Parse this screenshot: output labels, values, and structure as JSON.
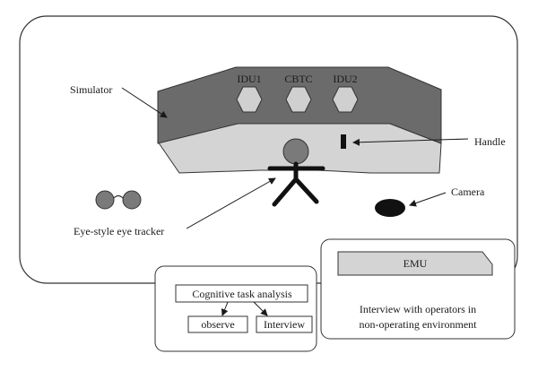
{
  "labels": {
    "simulator": "Simulator",
    "handle": "Handle",
    "camera": "Camera",
    "eye_tracker": "Eye-style eye tracker"
  },
  "screens": [
    "IDU1",
    "CBTC",
    "IDU2"
  ],
  "emu": {
    "label": "EMU",
    "caption_line1": "Interview with operators in",
    "caption_line2": "non-operating environment"
  },
  "analysis": {
    "title": "Cognitive task analysis",
    "observe": "observe",
    "interview": "Interview"
  },
  "colors": {
    "console_dark": "#6b6b6b",
    "console_light": "#d4d4d4",
    "hexagon": "#d0d0d0",
    "operator": "#111111",
    "operator_head": "#7a7a7a",
    "tracker_lens": "#7a7a7a",
    "outline": "#333333"
  }
}
